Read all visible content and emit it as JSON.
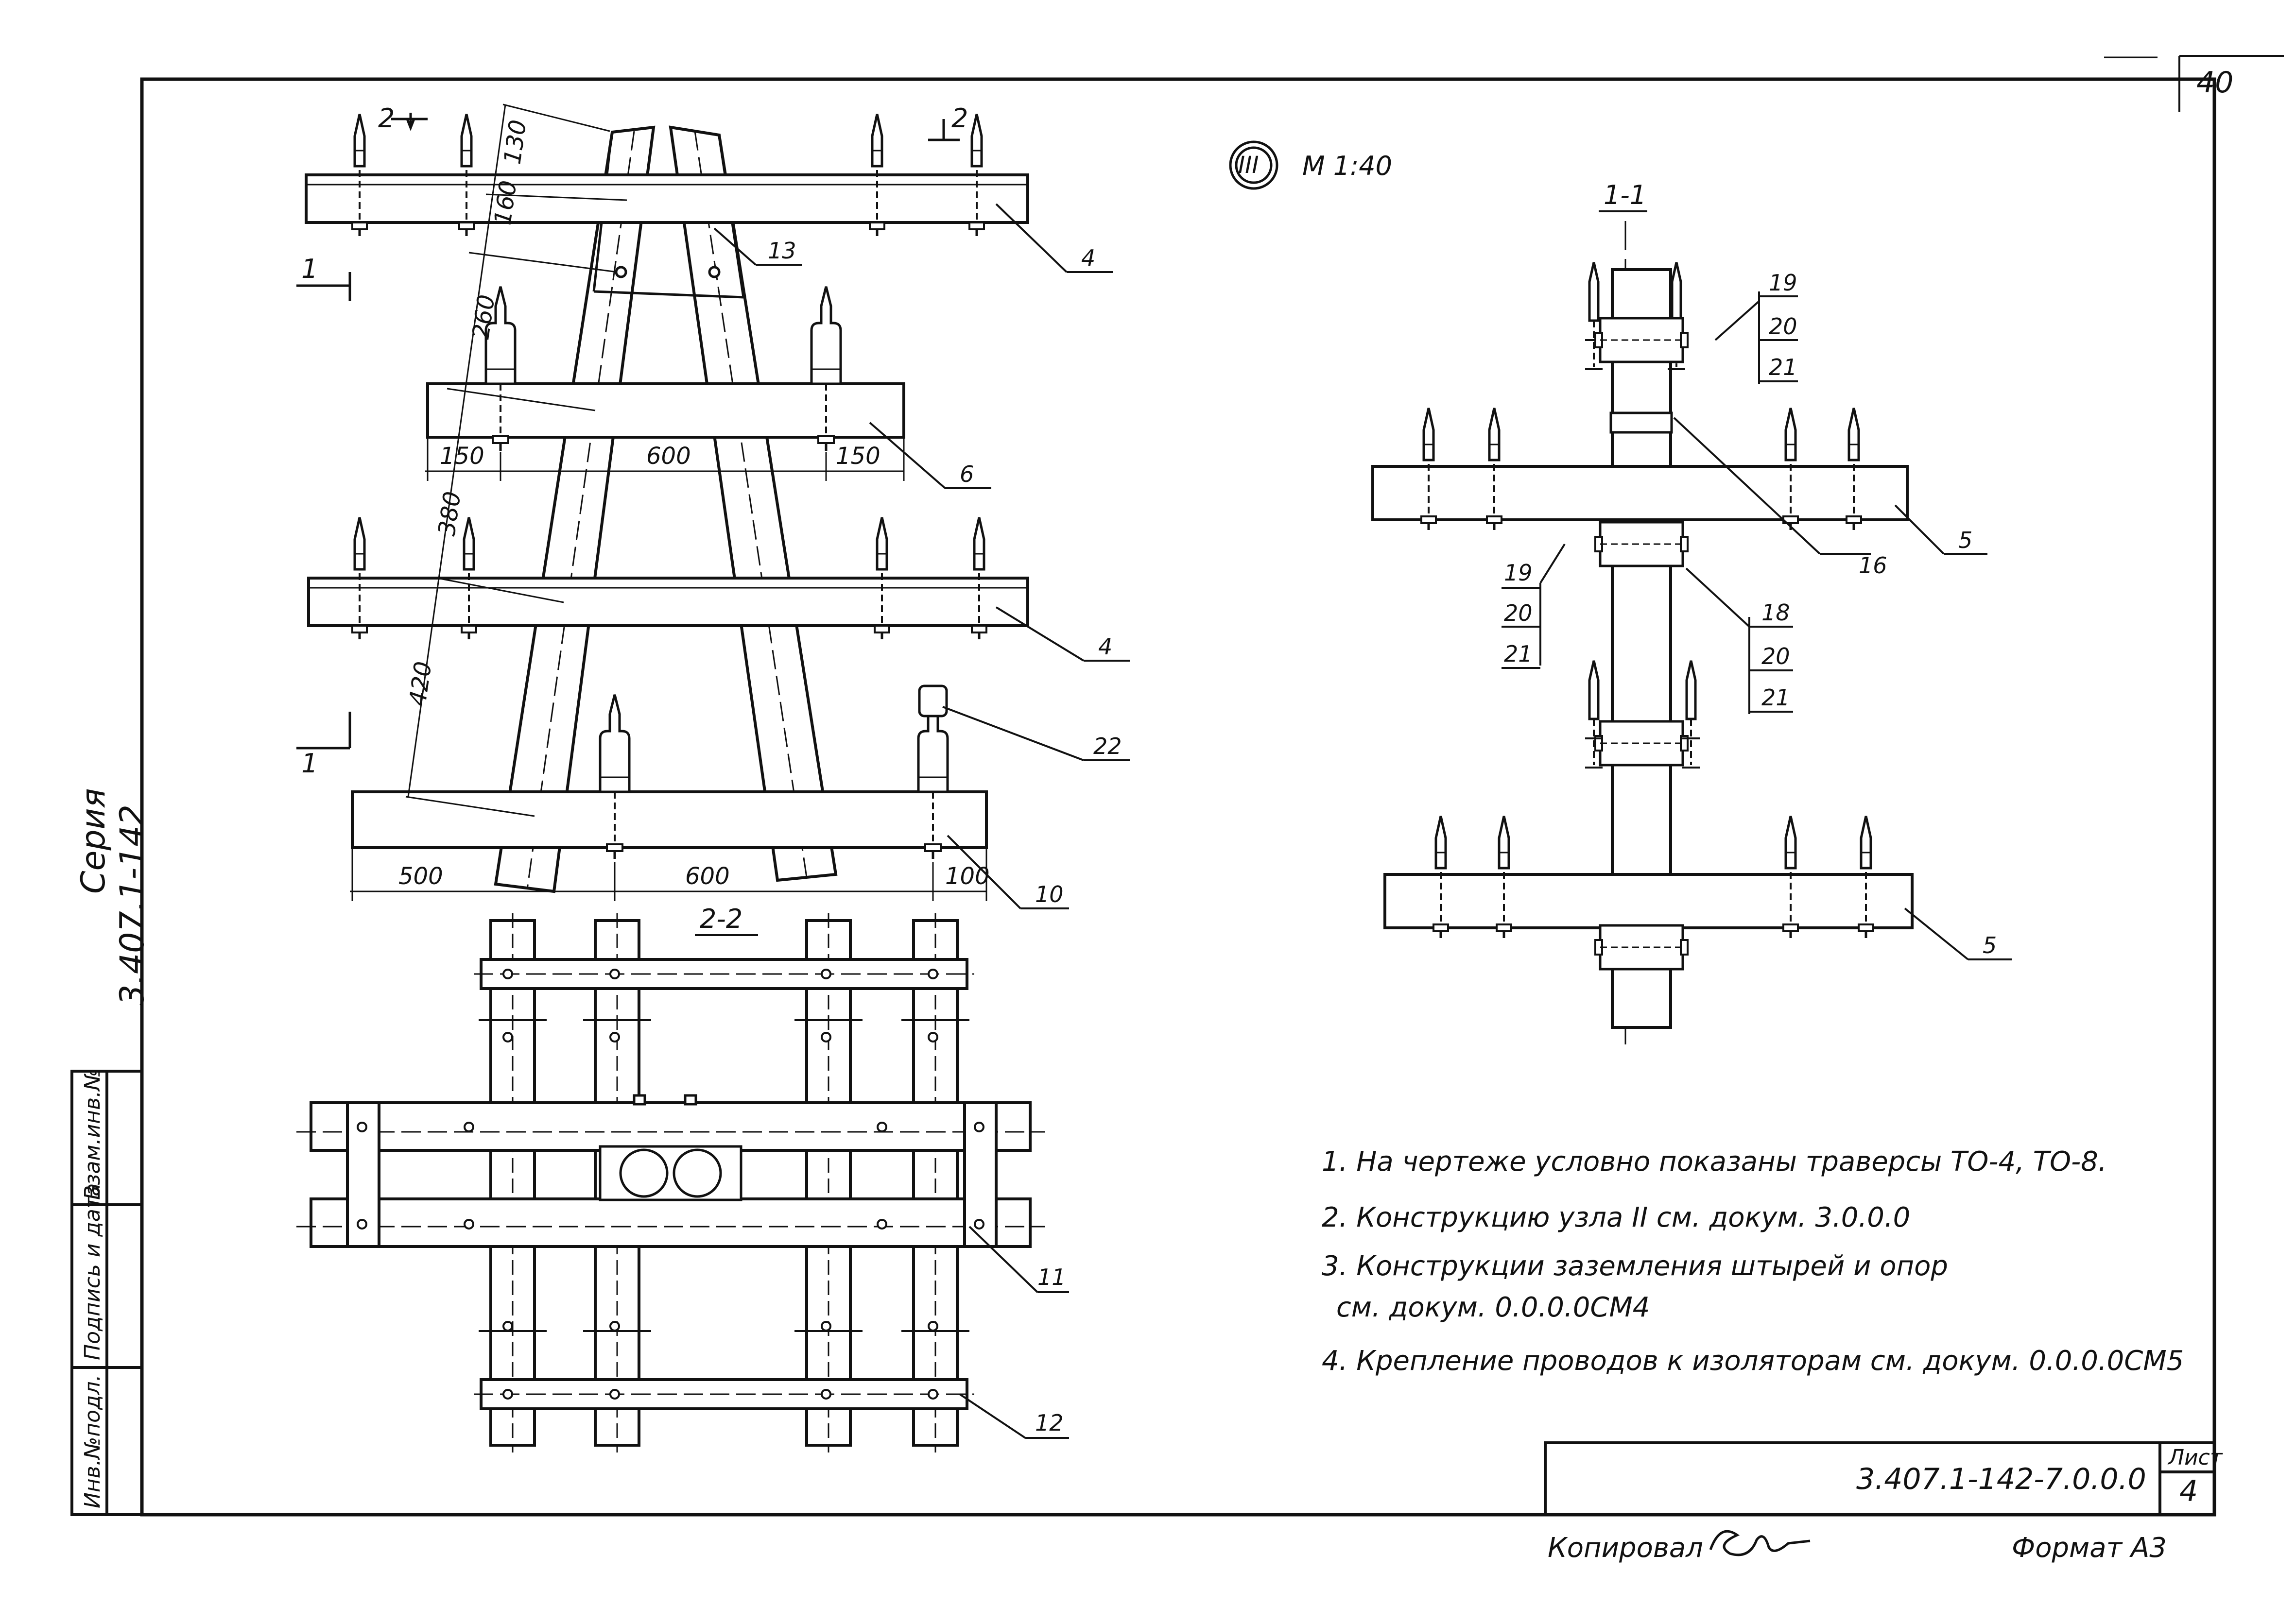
{
  "sheet": {
    "page_corner": "40",
    "series_line1": "Серия",
    "series_line2": "3.407.1-142",
    "stamp_col1": "Инв.№подл.",
    "stamp_col2": "Подпись и дата",
    "stamp_col3": "Взам.инв.№",
    "doc_number": "3.407.1-142-7.0.0.0",
    "list_label": "Лист",
    "list_number": "4",
    "copied": "Копировал",
    "format": "Формат А3"
  },
  "scale": {
    "node": "III",
    "scale_text": "М 1:40"
  },
  "front_view": {
    "section_1": "1",
    "section_2": "2",
    "dims": {
      "d130": "130",
      "d160": "160",
      "d260": "260",
      "d380": "380",
      "d420": "420",
      "d150a": "150",
      "d600a": "600",
      "d150b": "150",
      "d500": "500",
      "d600b": "600",
      "d100": "100"
    },
    "callouts": {
      "c4a": "4",
      "c13": "13",
      "c6": "6",
      "c4b": "4",
      "c22": "22",
      "c10": "10"
    }
  },
  "plan_view": {
    "title": "2-2",
    "callouts": {
      "c11": "11",
      "c12": "12"
    }
  },
  "section_view": {
    "title": "1-1",
    "callouts": {
      "a19": "19",
      "a20": "20",
      "a21": "21",
      "c16": "16",
      "c5a": "5",
      "b19": "19",
      "b20": "20",
      "b21": "21",
      "c18": "18",
      "d20": "20",
      "d21": "21",
      "c5b": "5"
    }
  },
  "notes": [
    "1. На чертеже условно показаны траверсы ТО-4, ТО-8.",
    "2. Конструкцию узла II см. докум. 3.0.0.0",
    "3. Конструкции заземления штырей и опор",
    "см. докум. 0.0.0.0СМ4",
    "4. Крепление проводов к изоляторам см. докум. 0.0.0.0СМ5"
  ]
}
